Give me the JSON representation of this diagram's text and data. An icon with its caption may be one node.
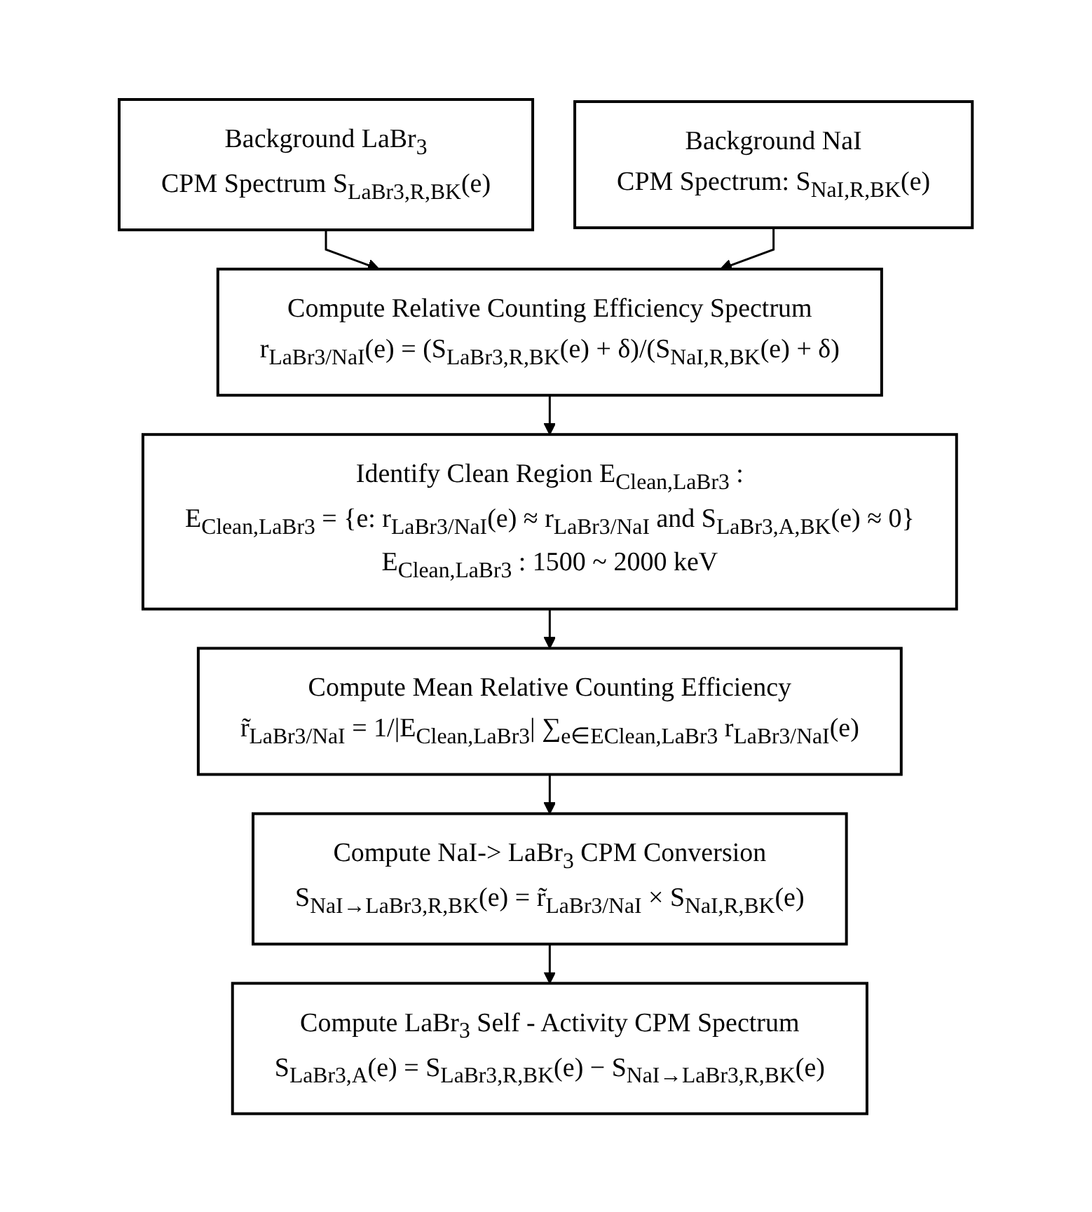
{
  "diagram": {
    "nodes": [
      {
        "text": [
          "Background LaBr$_{3}$",
          "CPM Spectrum S$_{LaBr3,R,BK}$(e)"
        ]
      },
      {
        "text": [
          "Background NaI",
          "CPM Spectrum: S$_{NaI,R,BK}$(e)"
        ]
      },
      {
        "text": [
          "Compute Relative Counting Efficiency Spectrum",
          "r$_{LaBr3/NaI}$(e) = (S$_{LaBr3,R,BK}$(e) + δ)/(S$_{NaI,R,BK}$(e) + δ)"
        ]
      },
      {
        "text": [
          "Identify Clean Region E$_{Clean,LaBr3}$ :",
          "E$_{Clean,LaBr3}$ = {e: r$_{LaBr3/NaI}$(e) ≈ r$_{LaBr3/NaI}$ and S$_{LaBr3,A,BK}$(e) ≈ 0}",
          "E$_{Clean,LaBr3}$ : 1500 ~ 2000 keV"
        ]
      },
      {
        "text": [
          "Compute Mean Relative Counting Efficiency",
          "r̃$_{LaBr3/NaI}$ = 1/|E$_{Clean,LaBr3}$| ∑$_{e∈EClean,LaBr3}$ r$_{LaBr3/NaI}$(e)"
        ]
      },
      {
        "text": [
          "Compute NaI-> LaBr$_{3}$ CPM Conversion",
          "S$_{NaI→LaBr3,R,BK}$(e) = r̃$_{LaBr3/NaI}$ × S$_{NaI,R,BK}$(e)"
        ]
      },
      {
        "text": [
          "Compute LaBr$_{3}$ Self - Activity CPM Spectrum",
          "S$_{LaBr3,A}$(e) = S$_{LaBr3,R,BK}$(e) − S$_{NaI→LaBr3,R,BK}$(e)"
        ]
      }
    ],
    "edges": [
      {
        "from": 0,
        "to": 2,
        "arrow": "to"
      },
      {
        "from": 1,
        "to": 2,
        "arrow": "to"
      },
      {
        "from": 2,
        "to": 3,
        "arrow": "to"
      },
      {
        "from": 3,
        "to": 4,
        "arrow": "to"
      },
      {
        "from": 4,
        "to": 5,
        "arrow": "to"
      },
      {
        "from": 5,
        "to": 6,
        "arrow": "to"
      }
    ]
  }
}
